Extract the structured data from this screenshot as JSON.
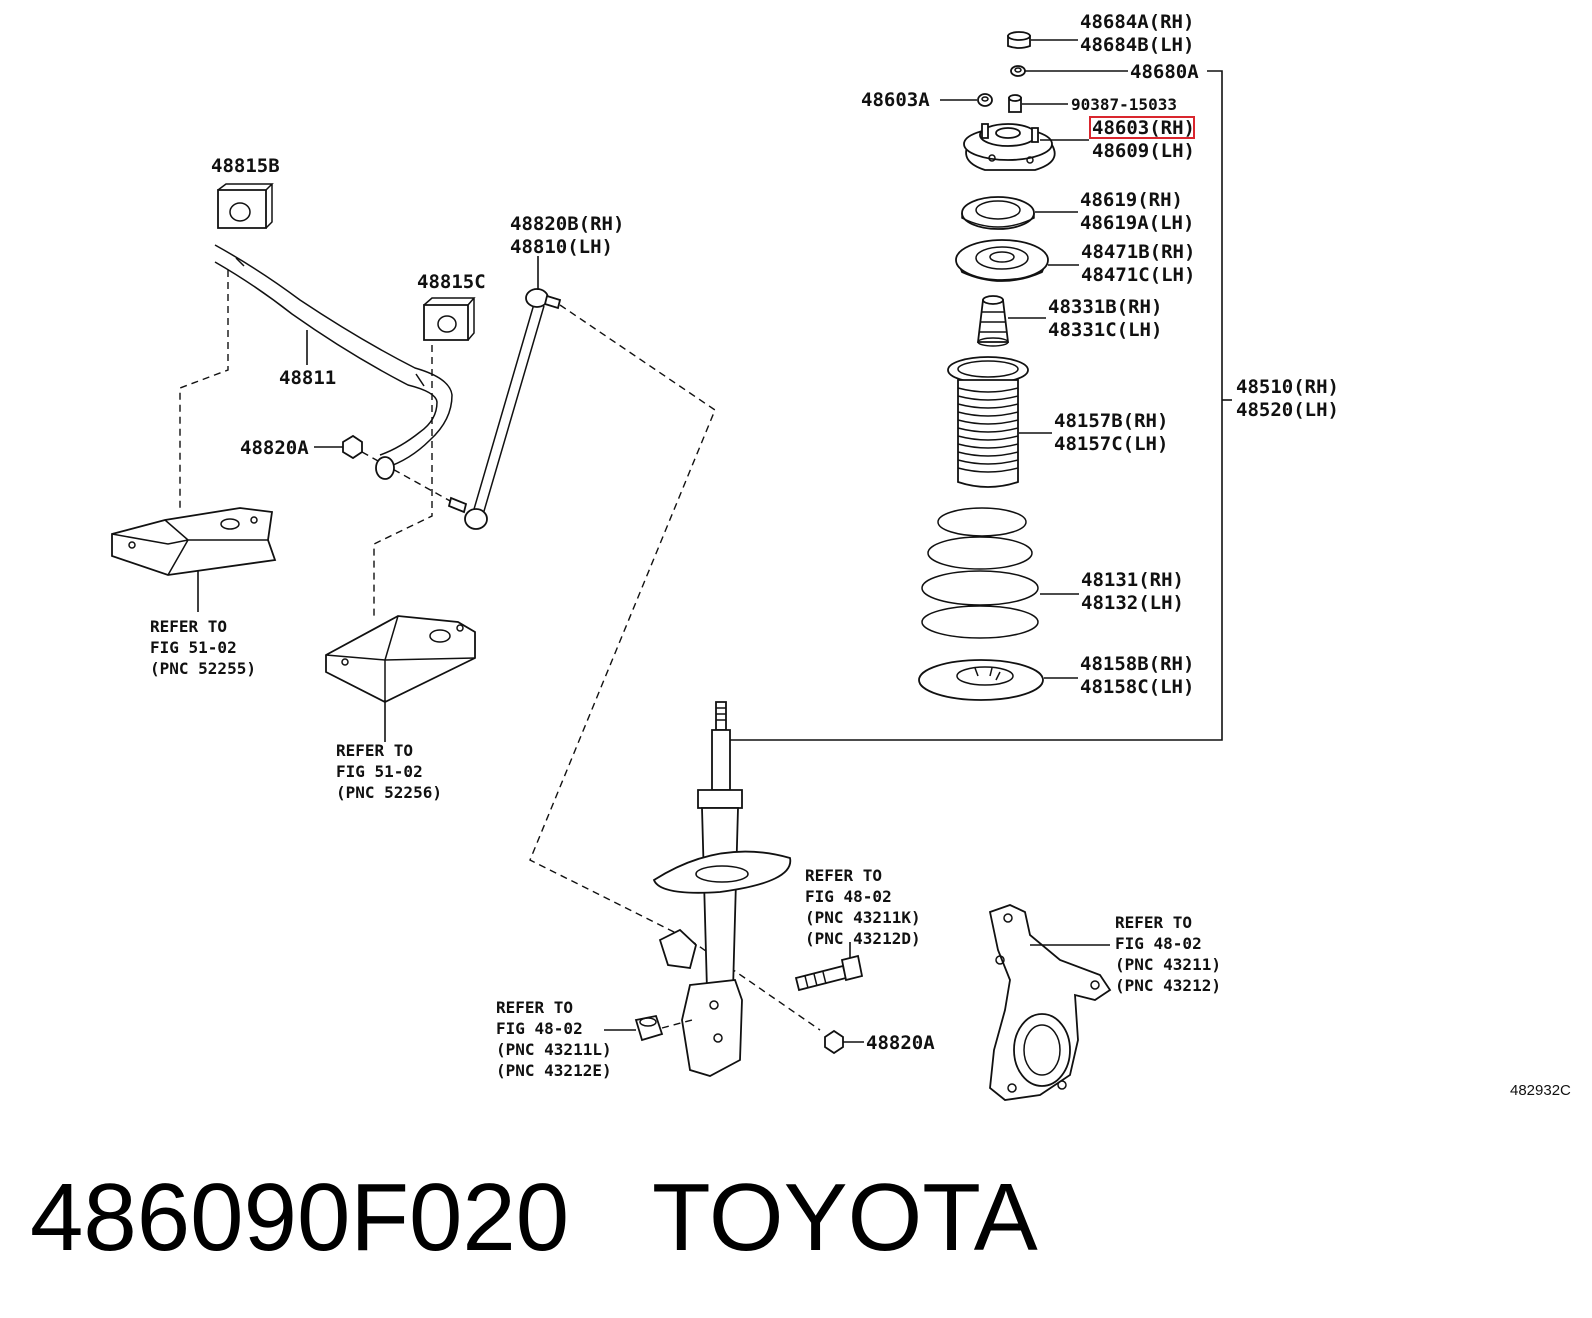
{
  "labels": {
    "p48684": [
      "48684A(RH)",
      "48684B(LH)"
    ],
    "p48680": "48680A",
    "p48603A": "48603A",
    "p90387": "90387-15033",
    "p48603": [
      "48603(RH)",
      "48609(LH)"
    ],
    "p48619": [
      "48619(RH)",
      "48619A(LH)"
    ],
    "p48471": [
      "48471B(RH)",
      "48471C(LH)"
    ],
    "p48331": [
      "48331B(RH)",
      "48331C(LH)"
    ],
    "p48157": [
      "48157B(RH)",
      "48157C(LH)"
    ],
    "p48131": [
      "48131(RH)",
      "48132(LH)"
    ],
    "p48158": [
      "48158B(RH)",
      "48158C(LH)"
    ],
    "p48510": [
      "48510(RH)",
      "48520(LH)"
    ],
    "p48815B": "48815B",
    "p48815C": "48815C",
    "p48820B": [
      "48820B(RH)",
      "48810(LH)"
    ],
    "p48811": "48811",
    "p48820A_left": "48820A",
    "p48820A_bottom": "48820A"
  },
  "refs": {
    "fig51_52255": [
      "REFER TO",
      "FIG 51-02",
      "(PNC 52255)"
    ],
    "fig51_52256": [
      "REFER TO",
      "FIG 51-02",
      "(PNC 52256)"
    ],
    "fig48_43211K": [
      "REFER TO",
      "FIG 48-02",
      "(PNC 43211K)",
      "(PNC 43212D)"
    ],
    "fig48_43211": [
      "REFER TO",
      "FIG 48-02",
      "(PNC 43211)",
      "(PNC 43212)"
    ],
    "fig48_43211L": [
      "REFER TO",
      "FIG 48-02",
      "(PNC 43211L)",
      "(PNC 43212E)"
    ]
  },
  "diagram_code": "482932C",
  "footer": {
    "part_number": "486090F020",
    "brand": "TOYOTA"
  },
  "highlight_color": "#d9262e"
}
